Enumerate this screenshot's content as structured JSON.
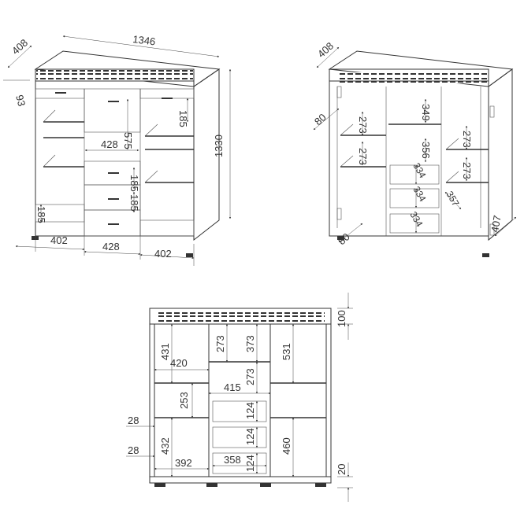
{
  "views": {
    "front": {
      "dims": {
        "depth": "408",
        "top_height": "93",
        "width_total": "1346",
        "height_total": "1330",
        "mid_upper": "575",
        "right_top": "185",
        "mid_width": "428",
        "drawer_a": "185",
        "drawer_b": "185",
        "left_bottom": "185",
        "bottom_left": "402",
        "bottom_mid": "428",
        "bottom_right": "402"
      }
    },
    "open": {
      "dims": {
        "depth": "408",
        "depth_left": "80",
        "shelf_l1": "273",
        "shelf_l2": "273",
        "mid_1": "349",
        "mid_2": "356",
        "mid_3": "334",
        "mid_4": "334",
        "mid_5": "334",
        "mid_6": "357",
        "shelf_r1": "273",
        "shelf_r2": "273",
        "bottom_left": "80",
        "right_depth": "407"
      }
    },
    "elevation": {
      "dims": {
        "top_band": "100",
        "l_431": "431",
        "l_420": "420",
        "l_253": "253",
        "l_28a": "28",
        "l_432": "432",
        "l_28b": "28",
        "l_392": "392",
        "m_273a": "273",
        "m_373": "373",
        "m_415": "415",
        "m_273b": "273",
        "m_124a": "124",
        "m_124b": "124",
        "m_124c": "124",
        "m_358": "358",
        "r_531": "531",
        "r_460": "460",
        "foot": "20"
      }
    }
  }
}
